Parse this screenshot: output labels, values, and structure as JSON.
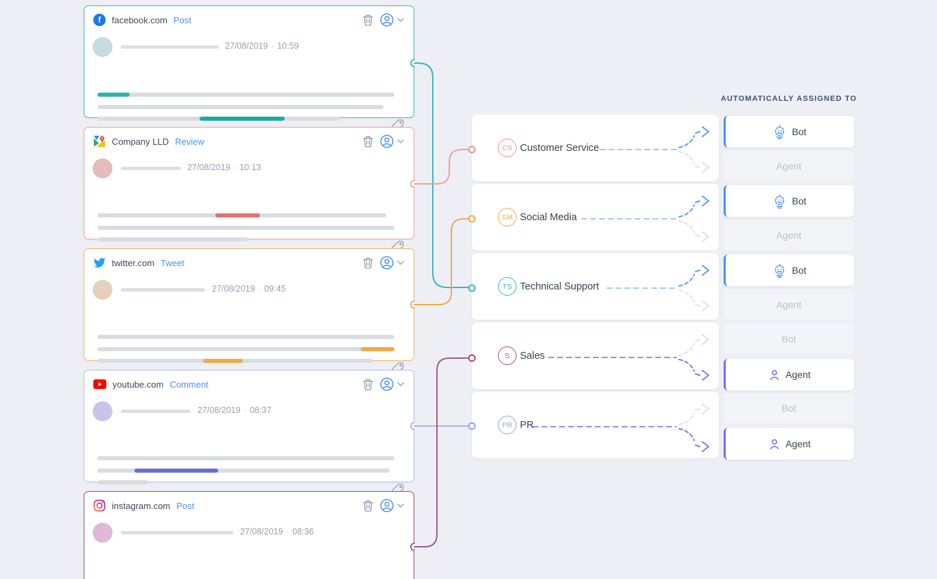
{
  "header": {
    "assigned_to_label": "AUTOMATICALLY ASSIGNED TO"
  },
  "date_separator": "·",
  "options": {
    "bot": "Bot",
    "agent": "Agent"
  },
  "cards": [
    {
      "site": "facebook.com",
      "type": "Post",
      "date": "27/08/2019",
      "time": "10:59",
      "accent": "#3ab7bd",
      "icon": "facebook-icon"
    },
    {
      "site": "Company LLD",
      "type": "Review",
      "date": "27/08/2019",
      "time": "10:13",
      "accent": "#f0a29a",
      "icon": "google-maps-icon"
    },
    {
      "site": "twitter.com",
      "type": "Tweet",
      "date": "27/08/2019",
      "time": "09:45",
      "accent": "#f4b964",
      "icon": "twitter-icon"
    },
    {
      "site": "youtube.com",
      "type": "Comment",
      "date": "27/08/2019",
      "time": "08:37",
      "accent": "#b4bff0",
      "icon": "youtube-icon"
    },
    {
      "site": "instagram.com",
      "type": "Post",
      "date": "27/08/2019",
      "time": "08:36",
      "accent": "#a34e78",
      "icon": "instagram-icon"
    }
  ],
  "categories": [
    {
      "initials": "CS",
      "name": "Customer Service",
      "accent": "#ee938b",
      "assigned": "Bot"
    },
    {
      "initials": "SM",
      "name": "Social Media",
      "accent": "#efa83f",
      "assigned": "Bot"
    },
    {
      "initials": "TS",
      "name": "Technical Support",
      "accent": "#35b7ba",
      "assigned": "Bot"
    },
    {
      "initials": "S",
      "name": "Sales",
      "accent": "#9e4f74",
      "assigned": "Agent"
    },
    {
      "initials": "PR",
      "name": "PR",
      "accent": "#93a0e8",
      "assigned": "Agent"
    }
  ],
  "connections": [
    {
      "from": "facebook.com",
      "to": "Technical Support"
    },
    {
      "from": "Company LLD",
      "to": "Customer Service"
    },
    {
      "from": "twitter.com",
      "to": "Social Media"
    },
    {
      "from": "youtube.com",
      "to": "PR"
    },
    {
      "from": "instagram.com",
      "to": "Sales"
    }
  ],
  "colors": {
    "page_bg": "#edeff4",
    "link_blue": "#4a90f2",
    "bot_blue": "#4a90f2",
    "agent_purple": "#7b6cf0",
    "inactive_gray": "#b9c0cb",
    "placeholder_gray": "#d9dce1",
    "teal": "#3ab7bd",
    "salmon": "#f0a29a",
    "orange": "#f4b964",
    "periwinkle": "#b4bff0",
    "maroon": "#a34e78"
  }
}
